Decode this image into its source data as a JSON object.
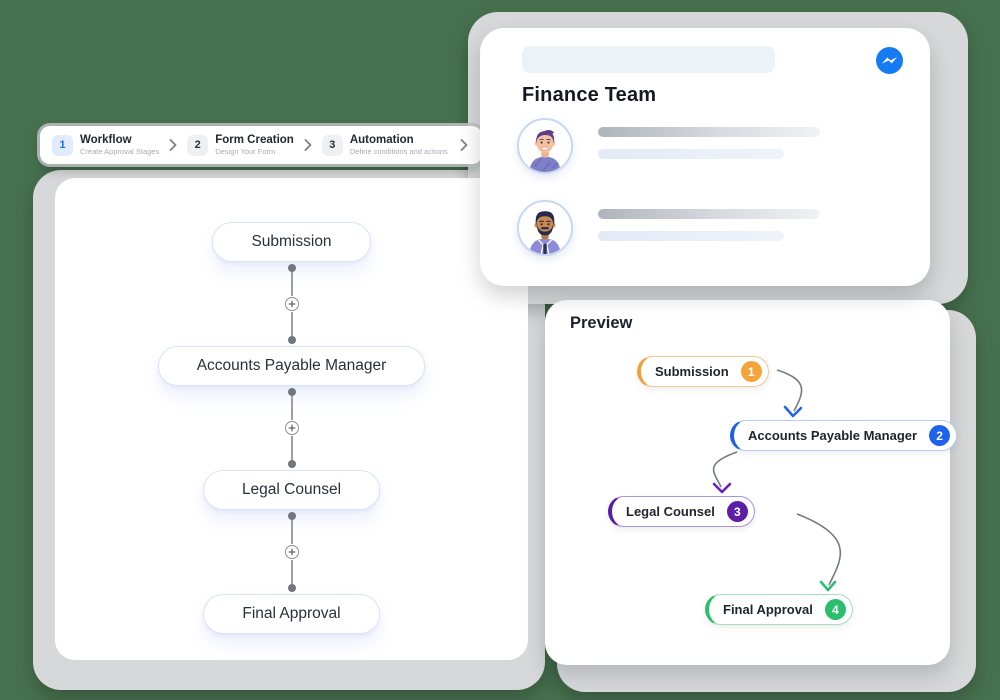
{
  "colors": {
    "page_background": "#47714E",
    "card_backing_gray": "#D7D8DA",
    "accent_blue": "#1A6DF0",
    "node_orange": "#F5A43C",
    "node_blue": "#1E63EB",
    "node_purple": "#5A1FA6",
    "node_green": "#2BBF6D"
  },
  "stepper": {
    "steps": [
      {
        "number": "1",
        "title": "Workflow",
        "subtitle": "Create Approval Stages",
        "active": true
      },
      {
        "number": "2",
        "title": "Form Creation",
        "subtitle": "Design Your Form",
        "active": false
      },
      {
        "number": "3",
        "title": "Automation",
        "subtitle": "Define conditions and actions",
        "active": false
      }
    ],
    "separator_icon": "chevron-right"
  },
  "workflow_panel": {
    "stages": [
      "Submission",
      "Accounts Payable Manager",
      "Legal Counsel",
      "Final Approval"
    ],
    "connector_icon": "add-step-plus"
  },
  "team_card": {
    "title": "Finance Team",
    "app_icon": "messenger",
    "members": [
      {
        "avatar": "man-purple-hair"
      },
      {
        "avatar": "man-curly-hair-beard"
      }
    ]
  },
  "preview_card": {
    "title": "Preview",
    "nodes": [
      {
        "label": "Submission",
        "number": "1",
        "color": "#F5A43C"
      },
      {
        "label": "Accounts Payable Manager",
        "number": "2",
        "color": "#1E63EB"
      },
      {
        "label": "Legal Counsel",
        "number": "3",
        "color": "#5A1FA6"
      },
      {
        "label": "Final Approval",
        "number": "4",
        "color": "#2BBF6D"
      }
    ]
  }
}
